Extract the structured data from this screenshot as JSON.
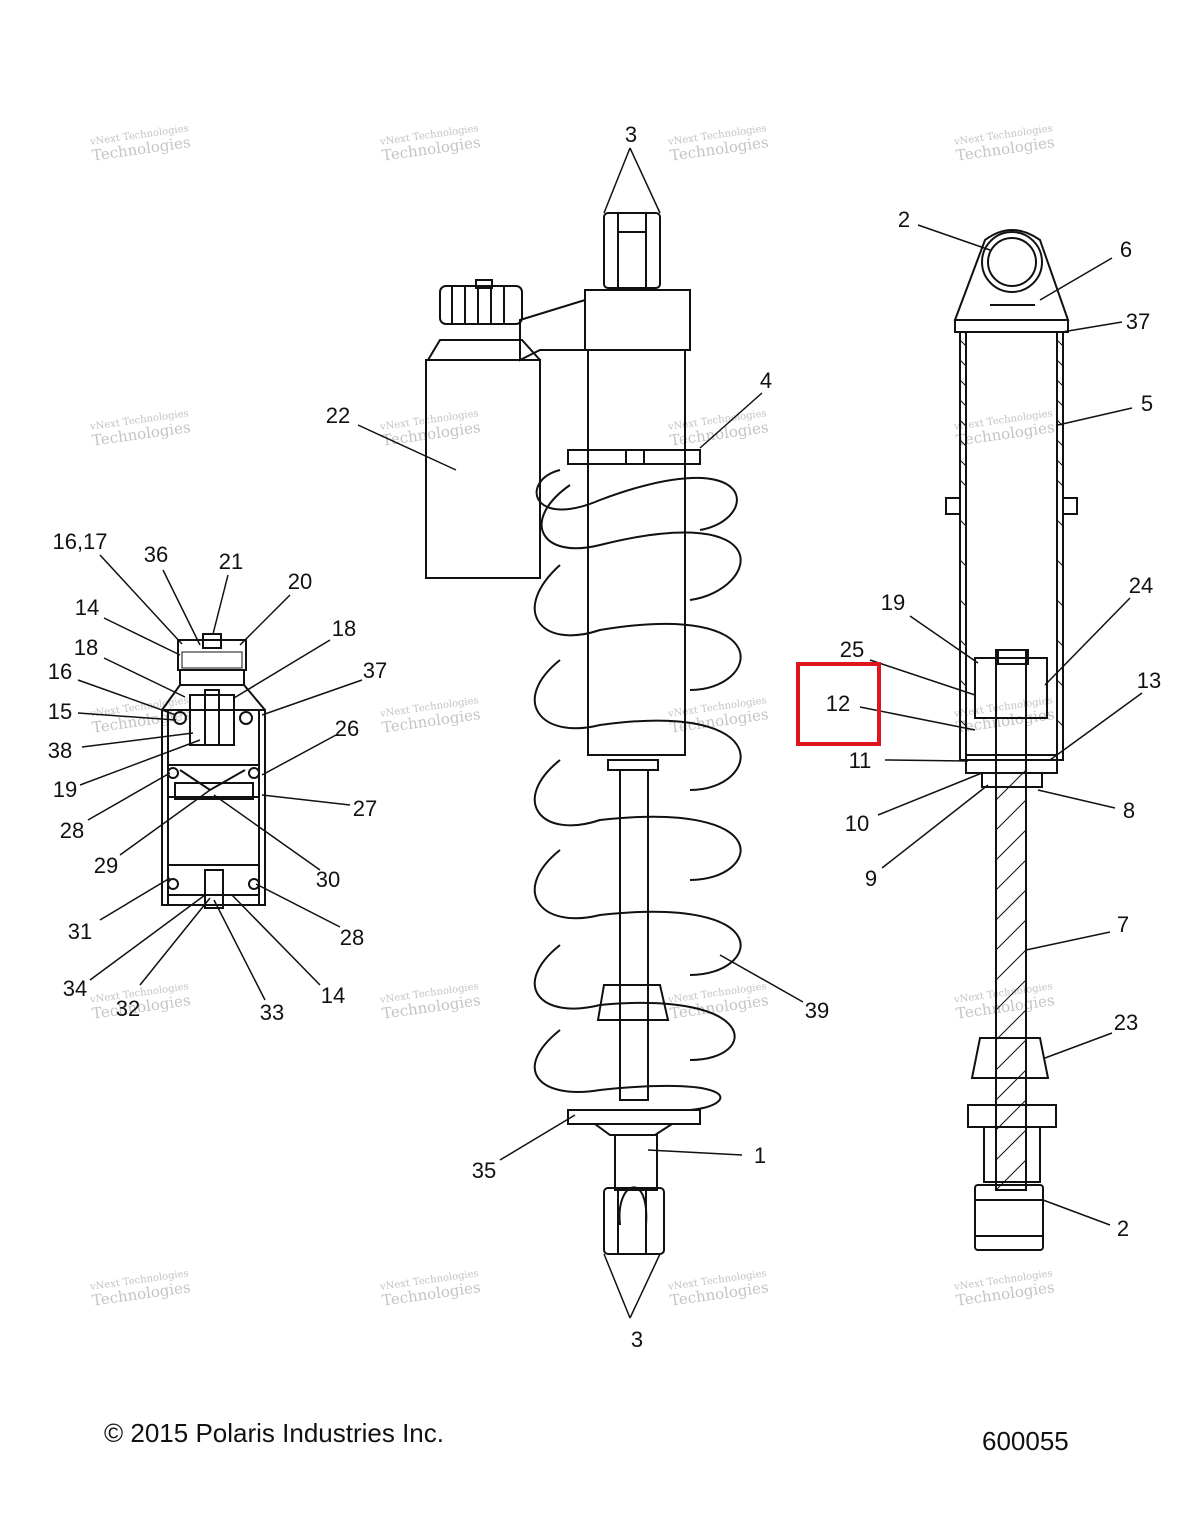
{
  "footer": {
    "copyright": "© 2015 Polaris Industries Inc.",
    "part_number": "600055"
  },
  "watermark": {
    "line1": "vNext Technologies",
    "line2": "Technologies"
  },
  "highlight": {
    "color": "#e0141e",
    "callout": "12"
  },
  "callouts": [
    "3",
    "3",
    "22",
    "4",
    "2",
    "6",
    "37",
    "5",
    "19",
    "24",
    "25",
    "12",
    "13",
    "11",
    "10",
    "8",
    "9",
    "7",
    "23",
    "2",
    "39",
    "35",
    "1",
    "16,17",
    "36",
    "21",
    "20",
    "14",
    "18",
    "18",
    "37",
    "16",
    "15",
    "38",
    "26",
    "19",
    "28",
    "27",
    "29",
    "30",
    "31",
    "28",
    "34",
    "14",
    "32",
    "33"
  ]
}
